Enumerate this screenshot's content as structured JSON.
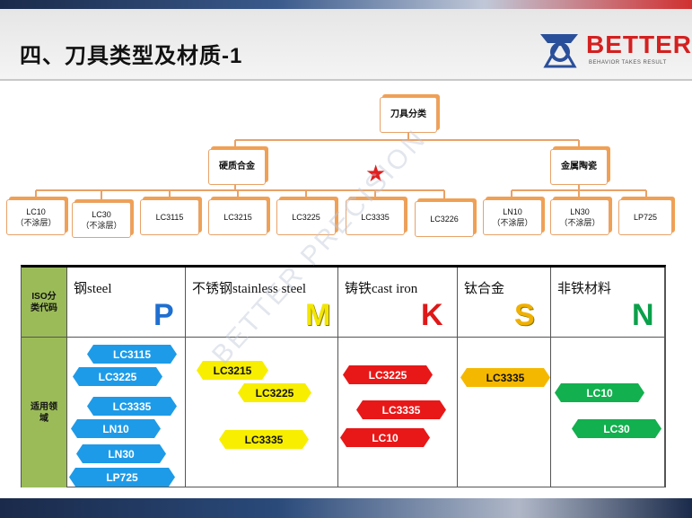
{
  "header": {
    "title": "四、刀具类型及材质-1",
    "logo_text": "BETTER",
    "logo_sub": "BEHAVIOR TAKES RESULT"
  },
  "watermark": "BETTER PRECISION",
  "tree": {
    "root": "刀具分类",
    "branches": [
      "硬质合金",
      "金属陶瓷"
    ],
    "leaves": [
      "LC10\n（不涂层）",
      "LC30\n（不涂层）",
      "LC3115",
      "LC3215",
      "LC3225",
      "LC3335",
      "LC3226",
      "LN10\n（不涂层）",
      "LN30\n（不涂层）",
      "LP725"
    ]
  },
  "table": {
    "row1_head": "ISO分\n类代码",
    "row2_head": "适用领\n域",
    "columns": [
      {
        "name": "钢steel",
        "letter": "P",
        "letter_color": "#1f6fd0",
        "tag_color": "#1e9be8",
        "tags": [
          "LC3115",
          "LC3225",
          "LC3335",
          "LN10",
          "LN30",
          "LP725"
        ]
      },
      {
        "name": "不锈钢stainless steel",
        "letter": "M",
        "letter_color": "#f2e600",
        "tag_color": "#f7ee00",
        "tags": [
          "LC3215",
          "LC3225",
          "LC3335"
        ]
      },
      {
        "name": "铸铁cast iron",
        "letter": "K",
        "letter_color": "#e01818",
        "tag_color": "#e81818",
        "tags": [
          "LC3225",
          "LC3335",
          "LC10"
        ]
      },
      {
        "name": "钛合金",
        "letter": "S",
        "letter_color": "#f0b000",
        "tag_color": "#f5b800",
        "tags": [
          "LC3335"
        ]
      },
      {
        "name": "非铁材料",
        "letter": "N",
        "letter_color": "#0aa04a",
        "tag_color": "#12b04e",
        "tags": [
          "LC10",
          "LC30"
        ]
      }
    ]
  }
}
